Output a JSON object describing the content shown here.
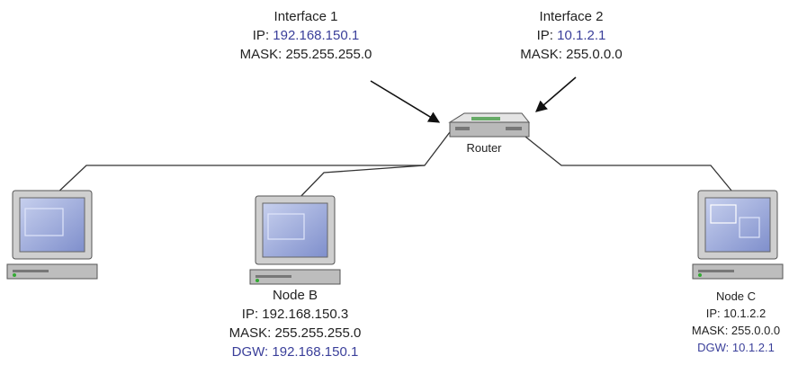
{
  "interface1": {
    "title": "Interface 1",
    "ip_label": "IP: ",
    "ip_value": "192.168.150.1",
    "mask": "MASK: 255.255.255.0"
  },
  "interface2": {
    "title": "Interface 2",
    "ip_label": "IP: ",
    "ip_value": "10.1.2.1",
    "mask": "MASK: 255.0.0.0"
  },
  "router": {
    "label": "Router"
  },
  "nodeB": {
    "name": "Node B",
    "ip": "IP: 192.168.150.3",
    "mask": "MASK: 255.255.255.0",
    "dgw_label": "DGW: ",
    "dgw_value": "192.168.150.1"
  },
  "nodeC": {
    "name": "Node C",
    "ip": "IP: 10.1.2.2",
    "mask": "MASK: 255.0.0.0",
    "dgw_label": "DGW: ",
    "dgw_value": "10.1.2.1"
  },
  "colors": {
    "line": "#333333",
    "highlight_text": "#3a3f9a",
    "computer_body": "#c9c9c9",
    "screen": "#9aa8d8"
  },
  "icons": [
    "router-icon",
    "computer-icon"
  ]
}
